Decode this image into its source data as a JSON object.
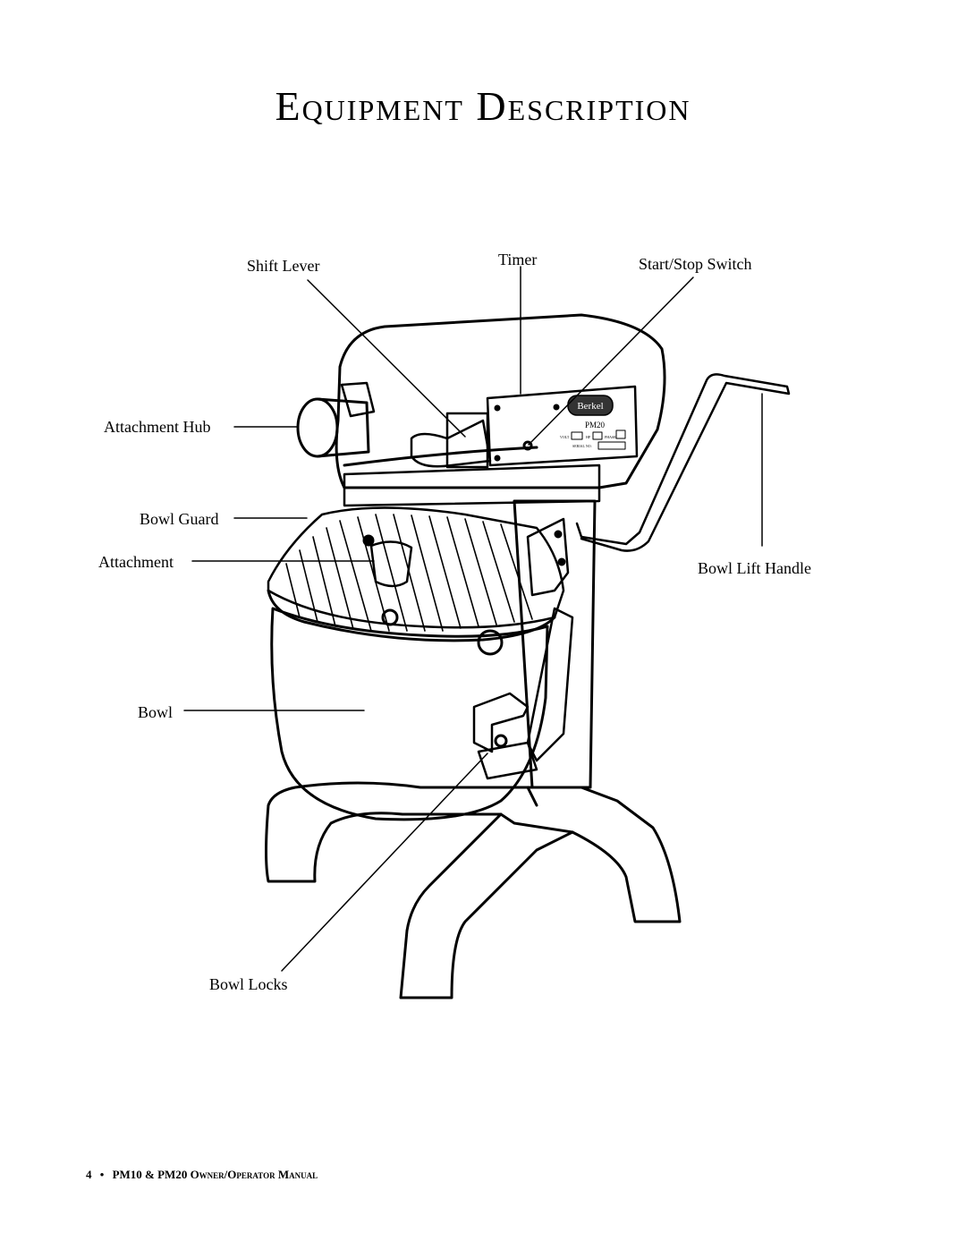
{
  "page": {
    "title": "Equipment Description"
  },
  "labels": {
    "shift_lever": "Shift Lever",
    "timer": "Timer",
    "start_stop_switch": "Start/Stop Switch",
    "attachment_hub": "Attachment Hub",
    "bowl_guard": "Bowl Guard",
    "attachment": "Attachment",
    "bowl_lift_handle": "Bowl Lift Handle",
    "bowl": "Bowl",
    "bowl_locks": "Bowl Locks"
  },
  "nameplate": {
    "brand": "Berkel",
    "model": "PM20",
    "volt_label": "VOLT",
    "hp_label": "HP",
    "phase_label": "PHASE",
    "serial_label": "SERIAL NO."
  },
  "footer": {
    "page_number": "4",
    "separator": "•",
    "text": "PM10 & PM20 Owner/Operator Manual"
  }
}
